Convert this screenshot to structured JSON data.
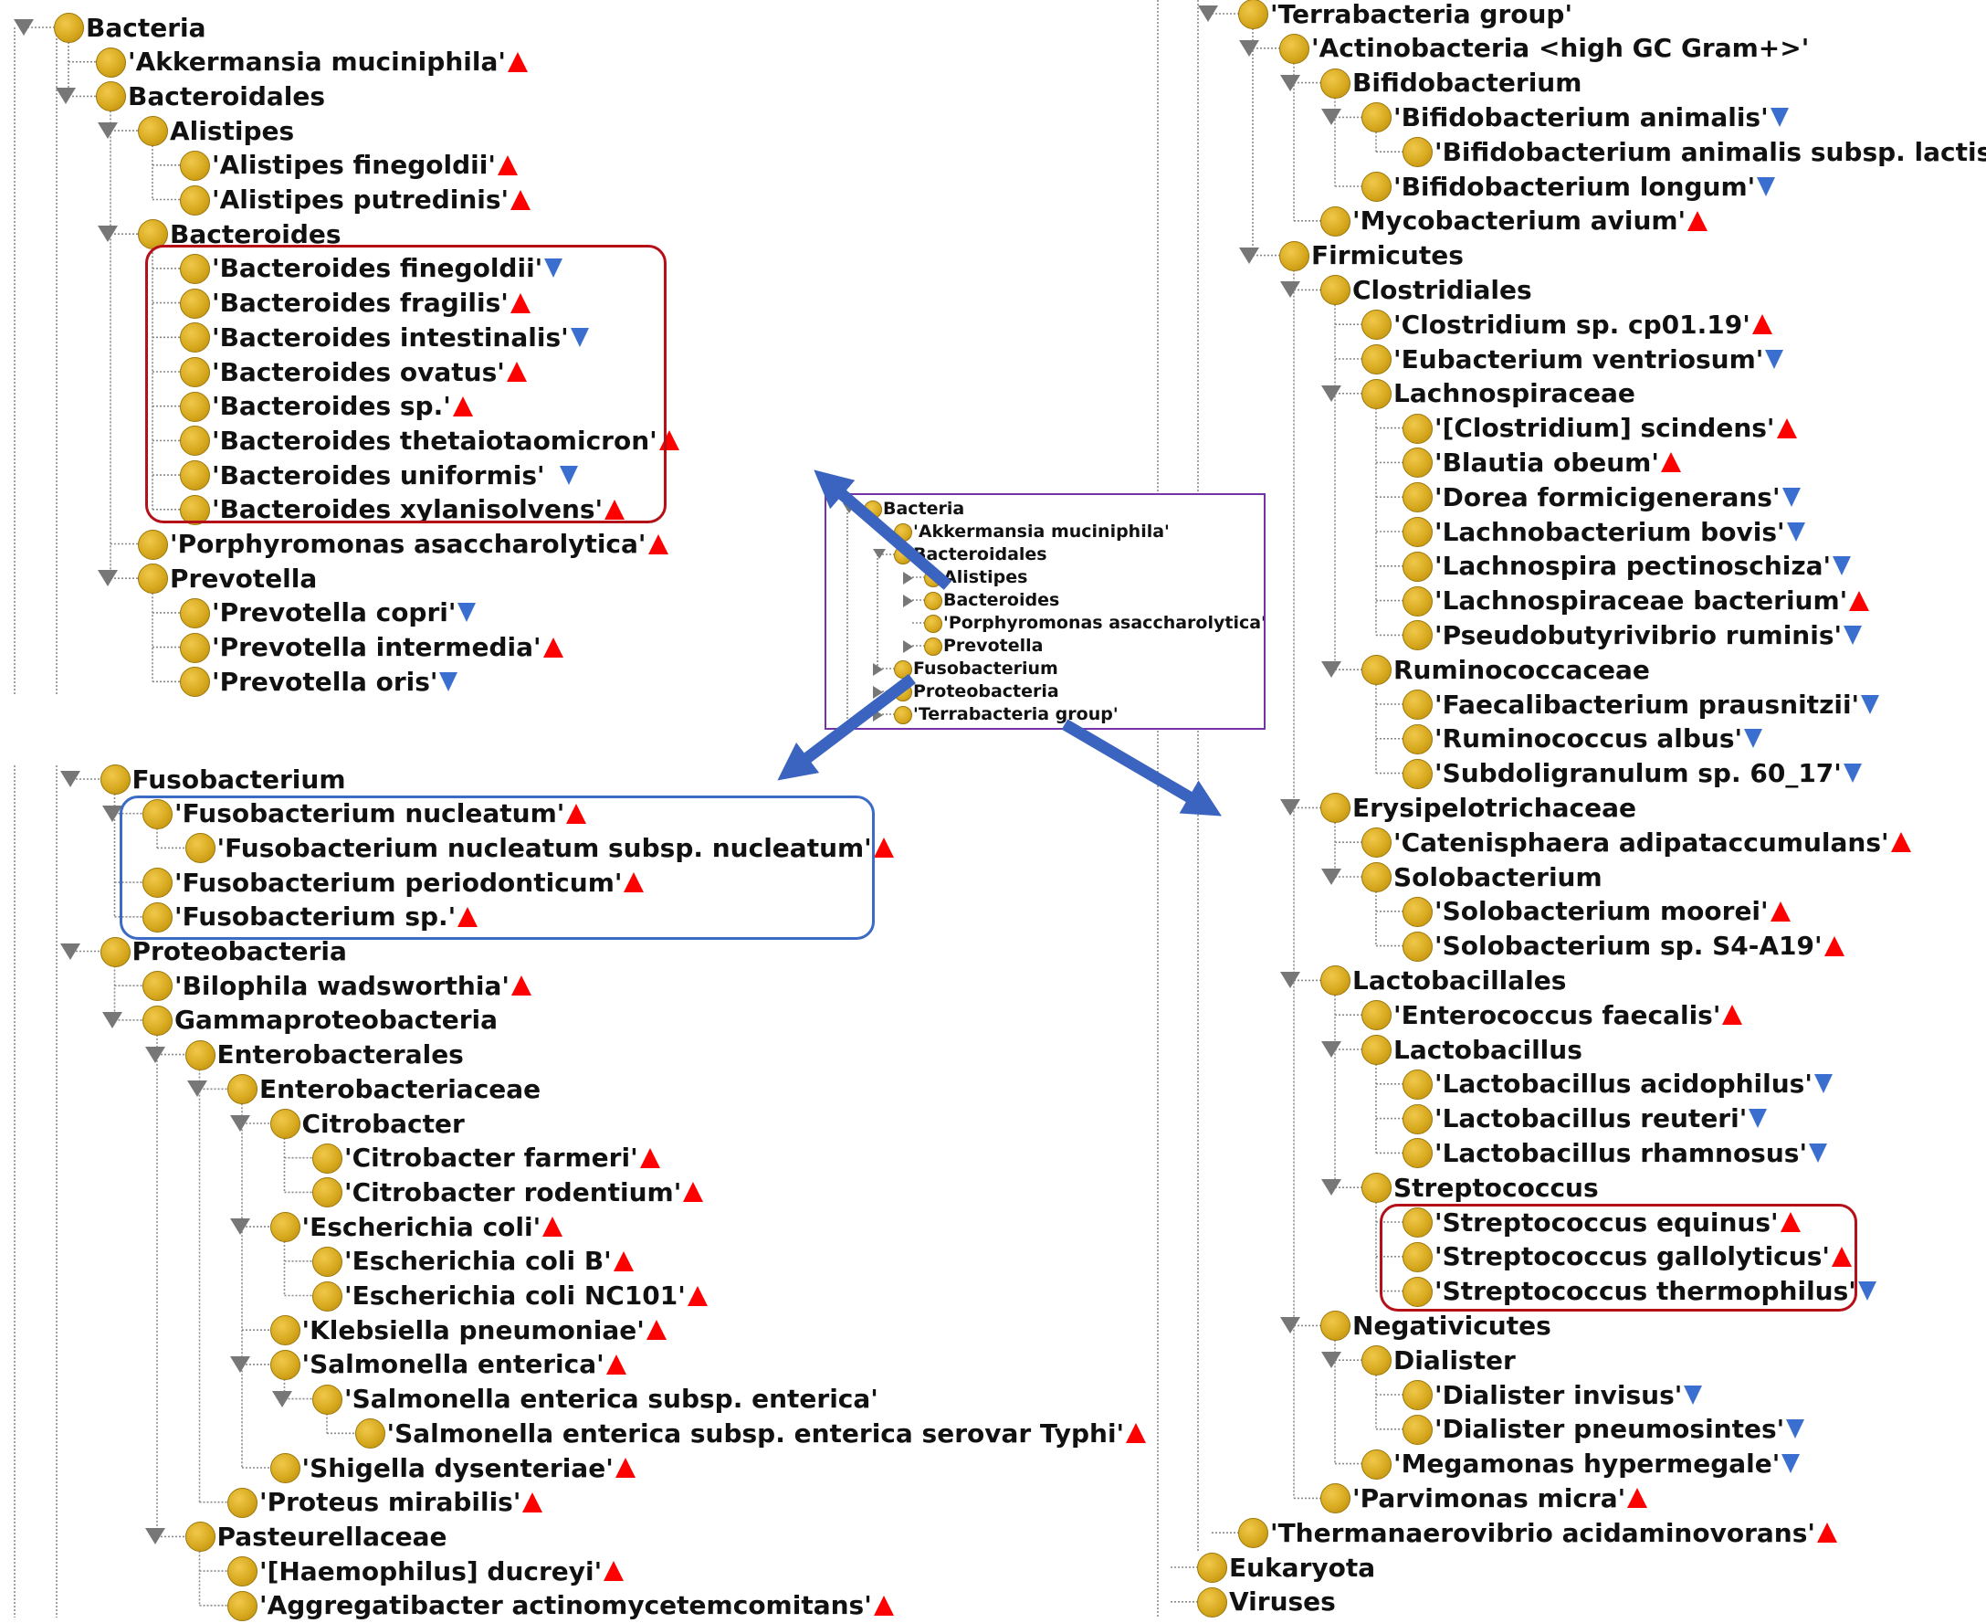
{
  "colors": {
    "up_marker": "#ff0000",
    "down_marker": "#3a6fd0",
    "node": "#d7a91f",
    "red_box": "#b50f18",
    "blue_box": "#3b6bc4",
    "minimap_border": "#7434a8",
    "arrow": "#3b64c0"
  },
  "panel_top_left": [
    {
      "label": "Bacteria",
      "depth": 0,
      "toggle": true
    },
    {
      "label": "'Akkermansia muciniphila'",
      "depth": 1,
      "mark": "up"
    },
    {
      "label": "Bacteroidales",
      "depth": 1,
      "toggle": true
    },
    {
      "label": "Alistipes",
      "depth": 2,
      "toggle": true
    },
    {
      "label": "'Alistipes finegoldii'",
      "depth": 3,
      "mark": "up"
    },
    {
      "label": "'Alistipes putredinis'",
      "depth": 3,
      "mark": "up"
    },
    {
      "label": "Bacteroides",
      "depth": 2,
      "toggle": true
    },
    {
      "label": "'Bacteroides finegoldii'",
      "depth": 3,
      "mark": "down"
    },
    {
      "label": "'Bacteroides fragilis'",
      "depth": 3,
      "mark": "up"
    },
    {
      "label": "'Bacteroides intestinalis'",
      "depth": 3,
      "mark": "down"
    },
    {
      "label": "'Bacteroides ovatus'",
      "depth": 3,
      "mark": "up"
    },
    {
      "label": "'Bacteroides sp.'",
      "depth": 3,
      "mark": "up"
    },
    {
      "label": "'Bacteroides thetaiotaomicron'",
      "depth": 3,
      "mark": "up"
    },
    {
      "label": "'Bacteroides uniformis'",
      "depth": 3,
      "mark": "down",
      "gap": 14
    },
    {
      "label": "'Bacteroides xylanisolvens'",
      "depth": 3,
      "mark": "up"
    },
    {
      "label": "'Porphyromonas asaccharolytica'",
      "depth": 2,
      "mark": "up"
    },
    {
      "label": "Prevotella",
      "depth": 2,
      "toggle": true
    },
    {
      "label": "'Prevotella copri'",
      "depth": 3,
      "mark": "down"
    },
    {
      "label": "'Prevotella intermedia'",
      "depth": 3,
      "mark": "up"
    },
    {
      "label": "'Prevotella oris'",
      "depth": 3,
      "mark": "down"
    }
  ],
  "panel_bottom_left": [
    {
      "label": "Fusobacterium",
      "depth": 1,
      "toggle": true
    },
    {
      "label": "'Fusobacterium nucleatum'",
      "depth": 2,
      "mark": "up",
      "toggle": true
    },
    {
      "label": "'Fusobacterium nucleatum subsp. nucleatum'",
      "depth": 3,
      "mark": "up"
    },
    {
      "label": "'Fusobacterium periodonticum'",
      "depth": 2,
      "mark": "up"
    },
    {
      "label": "'Fusobacterium sp.'",
      "depth": 2,
      "mark": "up"
    },
    {
      "label": "Proteobacteria",
      "depth": 1,
      "toggle": true
    },
    {
      "label": "'Bilophila wadsworthia'",
      "depth": 2,
      "mark": "up"
    },
    {
      "label": "Gammaproteobacteria",
      "depth": 2,
      "toggle": true
    },
    {
      "label": "Enterobacterales",
      "depth": 3,
      "toggle": true
    },
    {
      "label": "Enterobacteriaceae",
      "depth": 4,
      "toggle": true
    },
    {
      "label": "Citrobacter",
      "depth": 5,
      "toggle": true
    },
    {
      "label": "'Citrobacter farmeri'",
      "depth": 6,
      "mark": "up"
    },
    {
      "label": "'Citrobacter rodentium'",
      "depth": 6,
      "mark": "up"
    },
    {
      "label": "'Escherichia coli'",
      "depth": 5,
      "mark": "up",
      "toggle": true
    },
    {
      "label": "'Escherichia coli B'",
      "depth": 6,
      "mark": "up"
    },
    {
      "label": "'Escherichia coli NC101'",
      "depth": 6,
      "mark": "up"
    },
    {
      "label": "'Klebsiella pneumoniae'",
      "depth": 5,
      "mark": "up"
    },
    {
      "label": "'Salmonella enterica'",
      "depth": 5,
      "mark": "up",
      "toggle": true
    },
    {
      "label": "'Salmonella enterica subsp. enterica'",
      "depth": 6,
      "toggle": true
    },
    {
      "label": "'Salmonella enterica subsp. enterica serovar Typhi'",
      "depth": 7,
      "mark": "up"
    },
    {
      "label": "'Shigella dysenteriae'",
      "depth": 5,
      "mark": "up"
    },
    {
      "label": "'Proteus mirabilis'",
      "depth": 4,
      "mark": "up"
    },
    {
      "label": "Pasteurellaceae",
      "depth": 3,
      "toggle": true
    },
    {
      "label": "'[Haemophilus] ducreyi'",
      "depth": 4,
      "mark": "up"
    },
    {
      "label": "'Aggregatibacter actinomycetemcomitans'",
      "depth": 4,
      "mark": "up"
    }
  ],
  "panel_right": [
    {
      "label": "'Terrabacteria group'",
      "depth": 1,
      "toggle": true
    },
    {
      "label": "'Actinobacteria <high GC Gram+>'",
      "depth": 2,
      "toggle": true
    },
    {
      "label": "Bifidobacterium",
      "depth": 3,
      "toggle": true
    },
    {
      "label": "'Bifidobacterium animalis'",
      "depth": 4,
      "mark": "down",
      "toggle": true
    },
    {
      "label": "'Bifidobacterium animalis subsp. lactis'",
      "depth": 5,
      "mark": "down"
    },
    {
      "label": "'Bifidobacterium longum'",
      "depth": 4,
      "mark": "down"
    },
    {
      "label": "'Mycobacterium avium'",
      "depth": 3,
      "mark": "up"
    },
    {
      "label": "Firmicutes",
      "depth": 2,
      "toggle": true
    },
    {
      "label": "Clostridiales",
      "depth": 3,
      "toggle": true
    },
    {
      "label": "'Clostridium sp. cp01.19'",
      "depth": 4,
      "mark": "up"
    },
    {
      "label": "'Eubacterium ventriosum'",
      "depth": 4,
      "mark": "down"
    },
    {
      "label": "Lachnospiraceae",
      "depth": 4,
      "toggle": true
    },
    {
      "label": "'[Clostridium] scindens'",
      "depth": 5,
      "mark": "up"
    },
    {
      "label": "'Blautia obeum'",
      "depth": 5,
      "mark": "up"
    },
    {
      "label": "'Dorea formicigenerans'",
      "depth": 5,
      "mark": "down"
    },
    {
      "label": "'Lachnobacterium bovis'",
      "depth": 5,
      "mark": "down"
    },
    {
      "label": "'Lachnospira pectinoschiza'",
      "depth": 5,
      "mark": "down"
    },
    {
      "label": "'Lachnospiraceae bacterium'",
      "depth": 5,
      "mark": "up"
    },
    {
      "label": "'Pseudobutyrivibrio ruminis'",
      "depth": 5,
      "mark": "down"
    },
    {
      "label": "Ruminococcaceae",
      "depth": 4,
      "toggle": true
    },
    {
      "label": "'Faecalibacterium prausnitzii'",
      "depth": 5,
      "mark": "down"
    },
    {
      "label": "'Ruminococcus albus'",
      "depth": 5,
      "mark": "down"
    },
    {
      "label": "'Subdoligranulum sp. 60_17'",
      "depth": 5,
      "mark": "down"
    },
    {
      "label": "Erysipelotrichaceae",
      "depth": 3,
      "toggle": true
    },
    {
      "label": "'Catenisphaera adipataccumulans'",
      "depth": 4,
      "mark": "up"
    },
    {
      "label": "Solobacterium",
      "depth": 4,
      "toggle": true
    },
    {
      "label": "'Solobacterium moorei'",
      "depth": 5,
      "mark": "up"
    },
    {
      "label": "'Solobacterium sp. S4-A19'",
      "depth": 5,
      "mark": "up"
    },
    {
      "label": "Lactobacillales",
      "depth": 3,
      "toggle": true
    },
    {
      "label": "'Enterococcus faecalis'",
      "depth": 4,
      "mark": "up"
    },
    {
      "label": "Lactobacillus",
      "depth": 4,
      "toggle": true
    },
    {
      "label": "'Lactobacillus acidophilus'",
      "depth": 5,
      "mark": "down"
    },
    {
      "label": "'Lactobacillus reuteri'",
      "depth": 5,
      "mark": "down"
    },
    {
      "label": "'Lactobacillus rhamnosus'",
      "depth": 5,
      "mark": "down"
    },
    {
      "label": "Streptococcus",
      "depth": 4,
      "toggle": true
    },
    {
      "label": "'Streptococcus equinus'",
      "depth": 5,
      "mark": "up"
    },
    {
      "label": "'Streptococcus gallolyticus'",
      "depth": 5,
      "mark": "up"
    },
    {
      "label": "'Streptococcus thermophilus'",
      "depth": 5,
      "mark": "down"
    },
    {
      "label": "Negativicutes",
      "depth": 3,
      "toggle": true
    },
    {
      "label": "Dialister",
      "depth": 4,
      "toggle": true
    },
    {
      "label": "'Dialister invisus'",
      "depth": 5,
      "mark": "down"
    },
    {
      "label": "'Dialister pneumosintes'",
      "depth": 5,
      "mark": "down"
    },
    {
      "label": "'Megamonas hypermegale'",
      "depth": 4,
      "mark": "down"
    },
    {
      "label": "'Parvimonas micra'",
      "depth": 3,
      "mark": "up"
    },
    {
      "label": "'Thermanaerovibrio acidaminovorans'",
      "depth": 1,
      "mark": "up"
    },
    {
      "label": "Eukaryota",
      "depth": 0
    },
    {
      "label": "Viruses",
      "depth": 0
    }
  ],
  "minimap": [
    {
      "label": "Bacteria",
      "depth": 0,
      "toggle": "open"
    },
    {
      "label": "'Akkermansia muciniphila'",
      "depth": 1
    },
    {
      "label": "Bacteroidales",
      "depth": 1,
      "toggle": "open"
    },
    {
      "label": "Alistipes",
      "depth": 2,
      "toggle": "closed"
    },
    {
      "label": "Bacteroides",
      "depth": 2,
      "toggle": "closed"
    },
    {
      "label": "'Porphyromonas asaccharolytica'",
      "depth": 2
    },
    {
      "label": "Prevotella",
      "depth": 2,
      "toggle": "closed"
    },
    {
      "label": "Fusobacterium",
      "depth": 1,
      "toggle": "closed"
    },
    {
      "label": "Proteobacteria",
      "depth": 1,
      "toggle": "closed"
    },
    {
      "label": "'Terrabacteria group'",
      "depth": 1,
      "toggle": "closed"
    }
  ]
}
